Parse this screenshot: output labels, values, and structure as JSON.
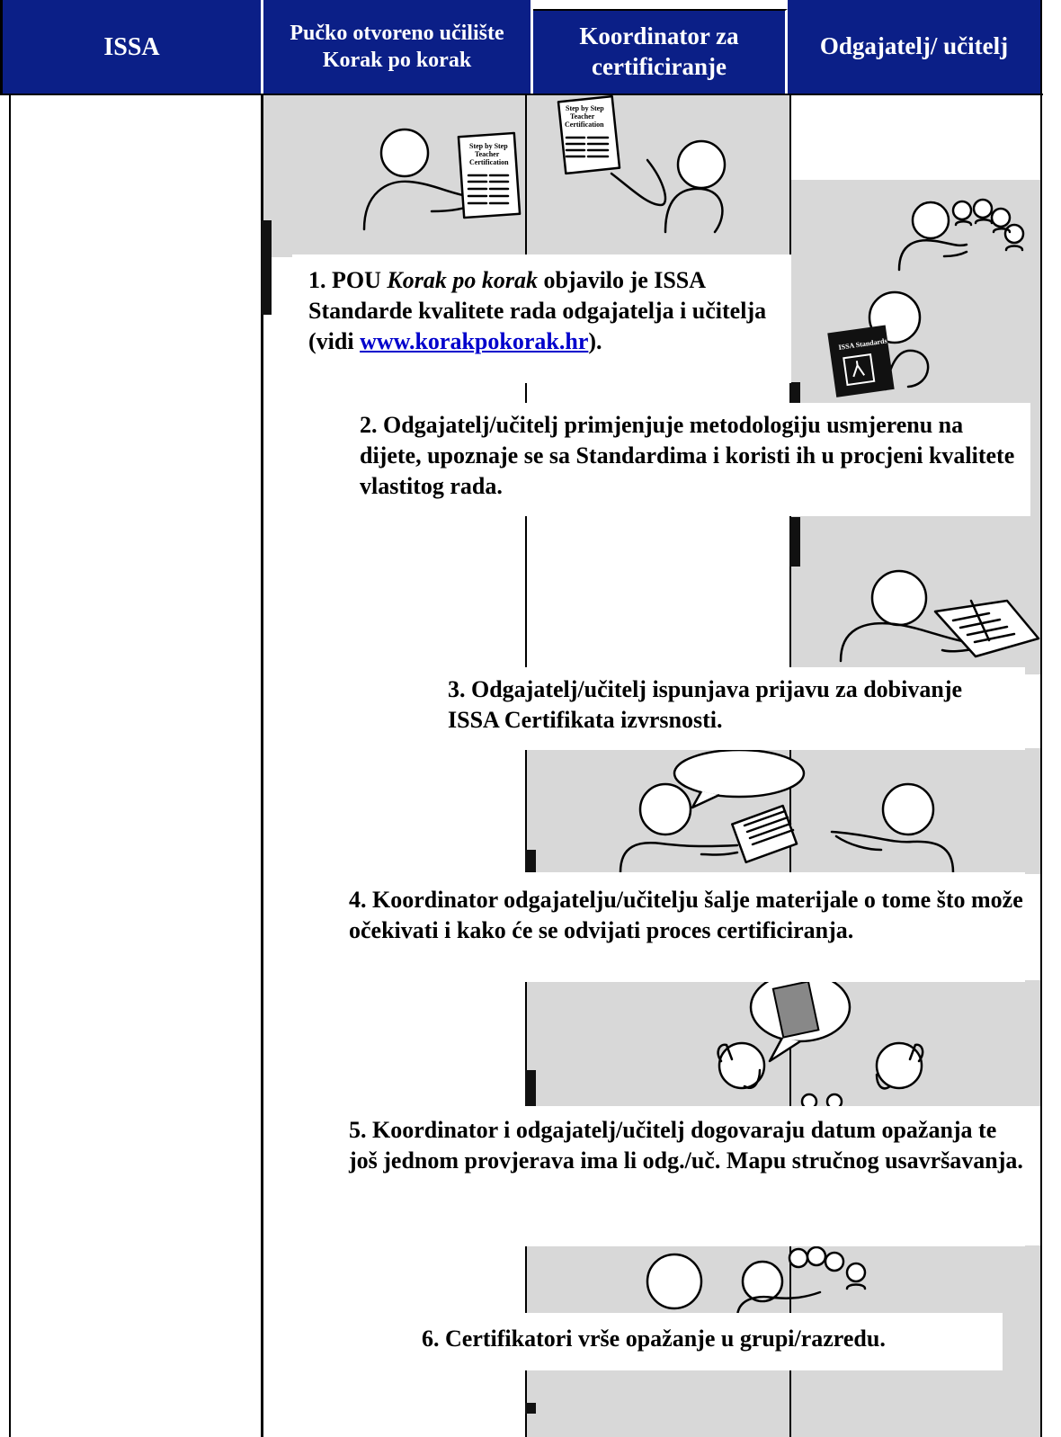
{
  "header": {
    "col1": "ISSA",
    "col2_line1": "Pučko otvoreno učilište",
    "col2_line2": "Korak po korak",
    "col3_line1": "Koordinator za",
    "col3_line2": "certificiranje",
    "col4": "Odgajatelj/ učitelj"
  },
  "steps": [
    {
      "prefix": "1. POU ",
      "italic": "Korak po korak",
      "mid": " objavilo je ISSA Standarde kvalitete rada odgajatelja i učitelja (vidi ",
      "link": "www.korakpokorak.hr",
      "suffix": ")."
    },
    {
      "text": "2. Odgajatelj/učitelj primjenjuje metodologiju usmjerenu na dijete, upoznaje se sa Standardima i koristi ih u procjeni kvalitete vlastitog rada."
    },
    {
      "text": "3. Odgajatelj/učitelj ispunjava prijavu za dobivanje ISSA Certifikata izvrsnosti."
    },
    {
      "text": "4. Koordinator odgajatelju/učitelju šalje materijale o tome što može očekivati i kako će se odvijati proces certificiranja."
    },
    {
      "text": "5. Koordinator i odgajatelj/učitelj dogovaraju datum opažanja te još jednom provjerava ima li odg./uč. Mapu stručnog usavršavanja."
    },
    {
      "text": "6. Certifikatori vrše opažanje u grupi/razredu."
    }
  ],
  "doc_labels": {
    "doc1": [
      "Step by Step",
      "Teacher",
      "Certification"
    ],
    "doc2": [
      "Step by Step",
      "Teacher",
      "Certification"
    ],
    "book": "ISSA Standards"
  },
  "colors": {
    "header_bg": "#0b1f87",
    "header_text": "#ffffff",
    "link": "#0000cc",
    "gray_bg": "#d8d8d8"
  }
}
